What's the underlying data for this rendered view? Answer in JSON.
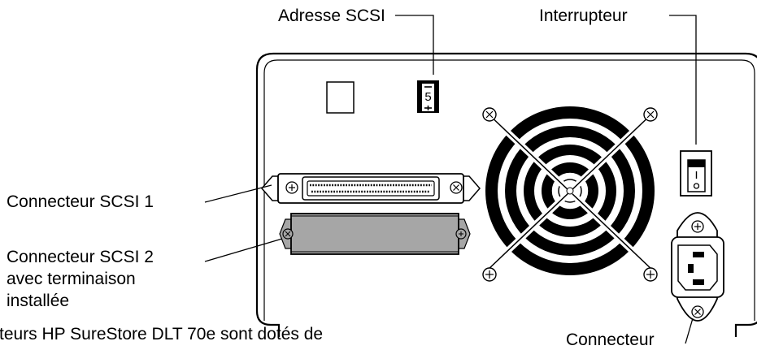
{
  "labels": {
    "scsi_address": "Adresse SCSI",
    "power_switch": "Interrupteur",
    "scsi_connector_1": "Connecteur SCSI 1",
    "scsi_connector_2_line1": "Connecteur SCSI 2",
    "scsi_connector_2_line2": "avec terminaison",
    "scsi_connector_2_line3": "installée",
    "power_connector_partial": "Connecteur",
    "footer_text_partial": "teurs HP SureStore DLT 70e sont dotés de"
  },
  "scsi_address_display": {
    "value": "5"
  },
  "colors": {
    "line": "#000000",
    "terminator_fill": "#a6a6a6",
    "fan_black": "#000000",
    "background": "#ffffff"
  }
}
